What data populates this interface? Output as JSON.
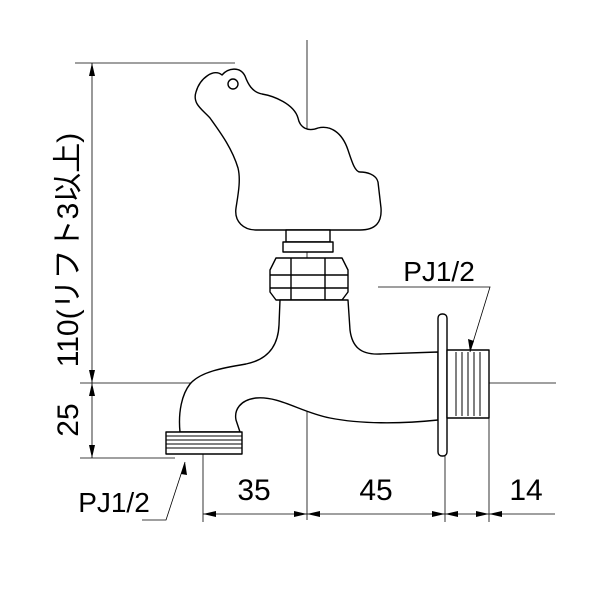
{
  "dimensions": {
    "vertical_upper": "110(リフト3以上)",
    "vertical_lower": "25",
    "horizontal_left": "35",
    "horizontal_mid": "45",
    "horizontal_right": "14"
  },
  "threads": {
    "outlet": "PJ1/2",
    "inlet": "PJ1/2"
  }
}
